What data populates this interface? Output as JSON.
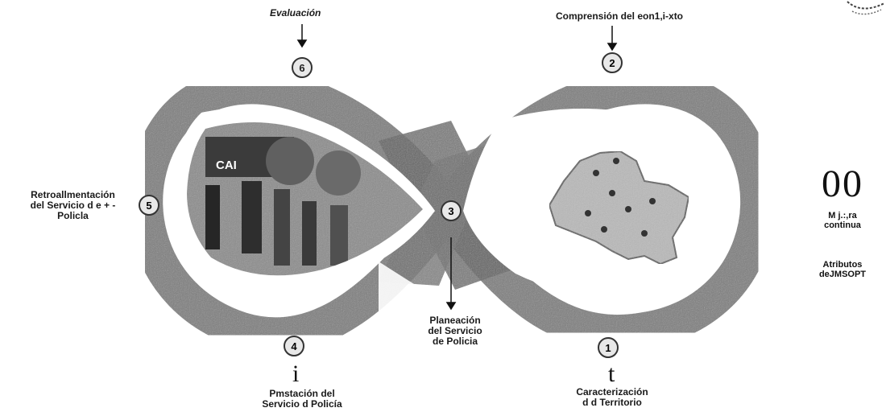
{
  "steps": {
    "evaluation": {
      "number": "6",
      "label": "Evaluación"
    },
    "context": {
      "number": "2",
      "label": "Comprensión del eon1,i-xto"
    },
    "feedback": {
      "number": "5",
      "line1": "Retroallmentación",
      "line2": "del Servicio d e + -",
      "line3": "Policla"
    },
    "planning": {
      "number": "3",
      "line1": "Planeación",
      "line2": "del Servicio",
      "line3": "de Policia"
    },
    "provision": {
      "number": "4",
      "marker": "i",
      "line1": "Pmstación del",
      "line2": "Servicio d   Policía"
    },
    "characterization": {
      "number": "1",
      "marker": "t",
      "line1": "Caracterización",
      "line2": "d d Territorio"
    }
  },
  "photo": {
    "sign_text": "CAI"
  },
  "side": {
    "big_text": "00",
    "line1": "M j.:,ra",
    "line2": "continua",
    "attr1": "Atributos",
    "attr2": "deJMSOPT"
  },
  "colors": {
    "loop": "#7d7d7d",
    "loop_dark": "#5e5e5e",
    "inner": "#ffffff",
    "photo": "#8a8a8a",
    "map": "#b9b9b9"
  }
}
